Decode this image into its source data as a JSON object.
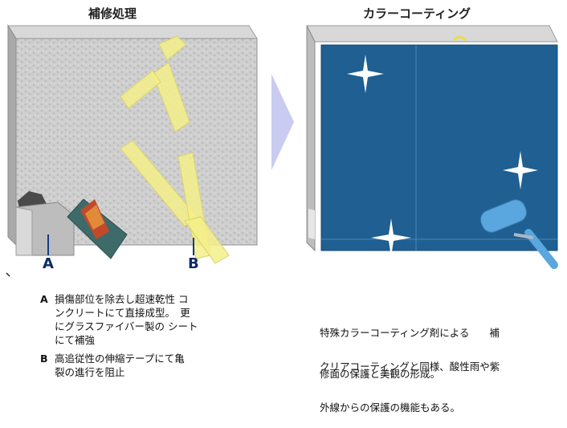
{
  "left_panel": {
    "title": "補修処理",
    "marker_a": "A",
    "marker_b": "B"
  },
  "right_panel": {
    "title": "カラーコーティング"
  },
  "notes": {
    "a": {
      "key": "A",
      "lines": [
        "損傷部位を除去し超速乾性 コ",
        "ンクリートにて直接成型。　更",
        "にグラスファイバー製の シート",
        "にて補強"
      ]
    },
    "b": {
      "key": "B",
      "lines": [
        "高追従性の伸縮テープにて亀",
        "裂の進行を阻止"
      ]
    }
  },
  "coating_text": {
    "p1": [
      "特殊カラーコーティング剤による　　補",
      "修面の保護と美観の形成。"
    ],
    "p2": [
      "クリアコーティングと同様、酸性雨や紫",
      "外線からの保護の機能もある。"
    ]
  },
  "colors": {
    "wall_gray": "#c9c9c9",
    "tape_yellow": "#f4f08a",
    "coating_blue": "#1f5f92",
    "arrow_lavender": "#c9ccf0",
    "roller_blue": "#5aa6de"
  }
}
